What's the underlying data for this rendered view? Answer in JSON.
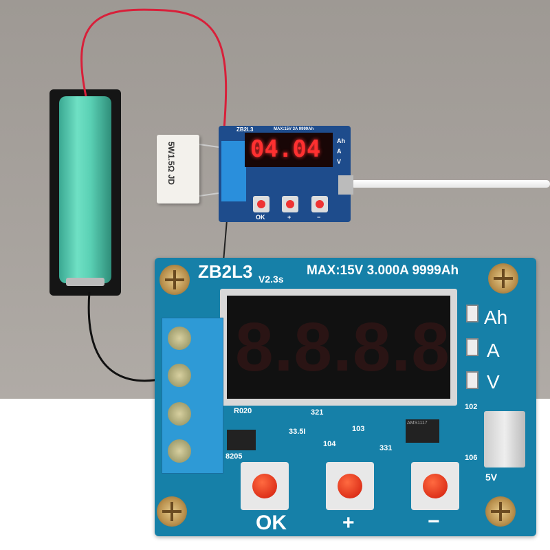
{
  "scene": {
    "small_board": {
      "display_value": "04.04",
      "model": "ZB2L3",
      "max_rating": "MAX:15V 3A 9999Ah",
      "units": [
        "Ah",
        "A",
        "V"
      ],
      "buttons": [
        "OK",
        "+",
        "−"
      ]
    },
    "resistor": {
      "marking": "5W1.5Ω JD"
    },
    "large_board": {
      "model": "ZB2L3",
      "version": "V2.3s",
      "max_rating": "MAX:15V 3.000A 9999Ah",
      "display_value": "8.8.8.8",
      "units": [
        "Ah",
        "A",
        "V"
      ],
      "buttons": [
        "OK",
        "+",
        "−"
      ],
      "usb_label": "5V",
      "components": [
        "R020",
        "8205",
        "321",
        "33.5I",
        "331",
        "104",
        "103",
        "102",
        "106",
        "AMS1117"
      ]
    },
    "colors": {
      "pcb": "#1680a8",
      "cell": "#5ad0b4",
      "led_red": "#ff3030",
      "wire_red": "#d8203a"
    }
  }
}
